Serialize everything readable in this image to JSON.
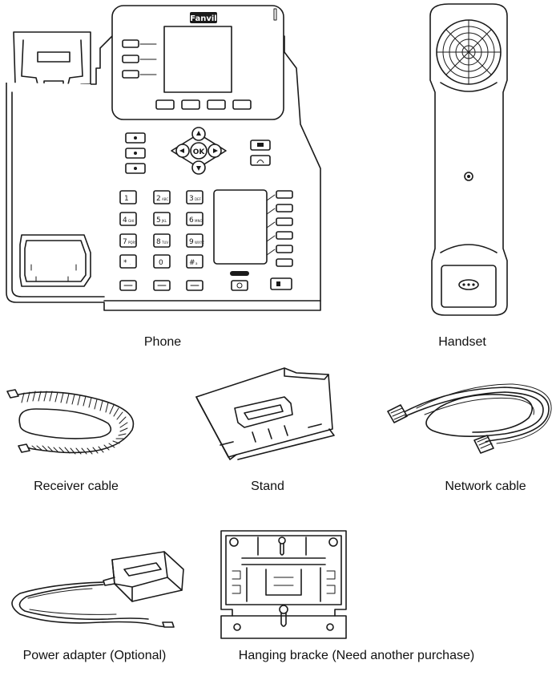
{
  "items": [
    {
      "caption": "Phone",
      "icon": "desk-phone-illustration"
    },
    {
      "caption": "Handset",
      "icon": "handset-illustration"
    },
    {
      "caption": "Receiver cable",
      "icon": "coiled-cable-illustration"
    },
    {
      "caption": "Stand",
      "icon": "stand-illustration"
    },
    {
      "caption": "Network cable",
      "icon": "network-cable-illustration"
    },
    {
      "caption": "Power adapter (Optional)",
      "icon": "power-adapter-illustration"
    },
    {
      "caption": "Hanging bracke (Need another purchase)",
      "icon": "wall-bracket-illustration"
    }
  ],
  "phone": {
    "brand": "Fanvil",
    "keys": [
      "1",
      "2",
      "3",
      "4",
      "5",
      "6",
      "7",
      "8",
      "9",
      "*",
      "0",
      "#"
    ],
    "key_subs": [
      "",
      "ABC",
      "DEF",
      "GHI",
      "JKL",
      "MNO",
      "PQRS",
      "TUV",
      "WXYZ",
      ".",
      "",
      "a"
    ],
    "nav_ok": "OK"
  }
}
